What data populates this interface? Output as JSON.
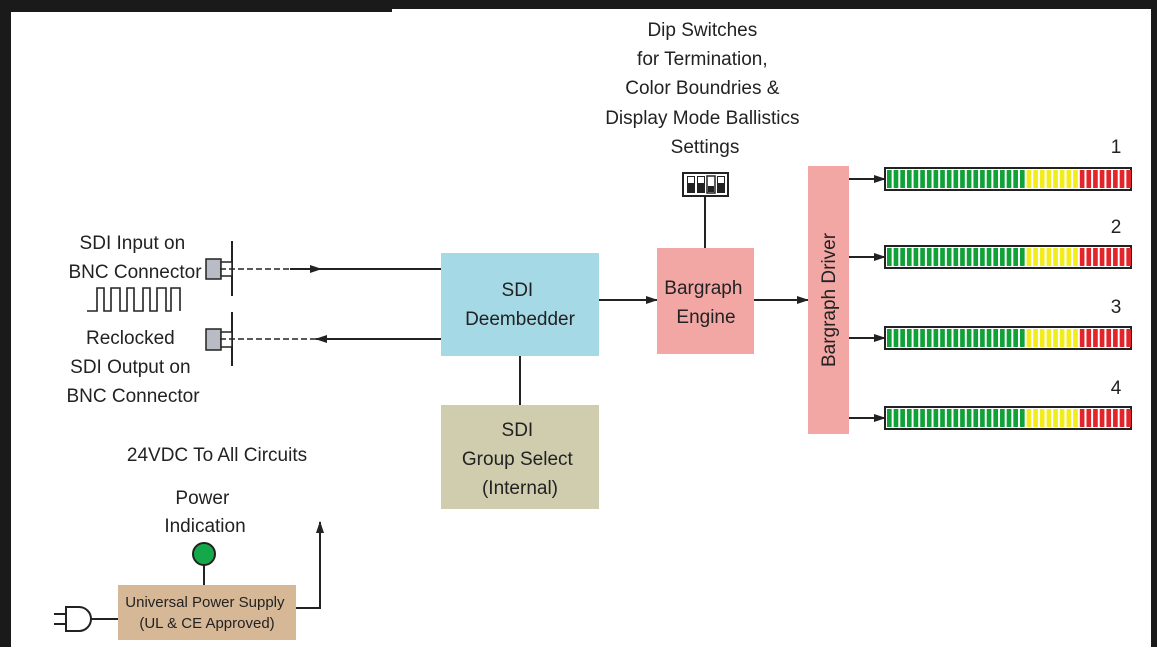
{
  "frame": {
    "color": "#1a1a1a"
  },
  "labels": {
    "dip": [
      "Dip Switches",
      "for Termination,",
      "Color Boundries &",
      "Display Mode Ballistics",
      "Settings"
    ],
    "sdi_input": [
      "SDI Input on",
      "BNC Connector"
    ],
    "reclocked": [
      "Reclocked",
      "SDI Output on",
      "BNC Connector"
    ],
    "power_bus": "24VDC To All Circuits",
    "power_indication": [
      "Power",
      "Indication"
    ]
  },
  "blocks": {
    "deembedder": {
      "lines": [
        "SDI",
        "Deembedder"
      ],
      "color": "#a5d9e6"
    },
    "bargraph_engine": {
      "lines": [
        "Bargraph",
        "Engine"
      ],
      "color": "#f2a7a4"
    },
    "bargraph_driver": {
      "label": "Bargraph Driver",
      "color": "#f2a7a4"
    },
    "group_select": {
      "lines": [
        "SDI",
        "Group Select",
        "(Internal)"
      ],
      "color": "#cfcdae"
    },
    "power_supply": {
      "lines": [
        "Universal Power Supply",
        "(UL & CE Approved)"
      ],
      "color": "#d6b897"
    }
  },
  "meters": {
    "channels": [
      "1",
      "2",
      "3",
      "4"
    ],
    "green_segments": 21,
    "yellow_segments": 8,
    "red_segments": 8,
    "colors": {
      "green": "#10a138",
      "yellow": "#f2ec1d",
      "red": "#e2252b"
    }
  },
  "indicator": {
    "color": "#15a84a"
  }
}
